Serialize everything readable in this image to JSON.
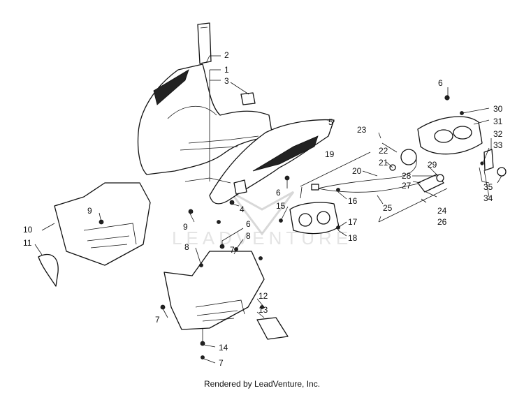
{
  "footer": {
    "credit": "Rendered by LeadVenture, Inc."
  },
  "watermark": {
    "brand": "LEADVENTURE"
  },
  "callouts": {
    "c1": "1",
    "c2": "2",
    "c3": "3",
    "c4": "4",
    "c5": "5",
    "c6a": "6",
    "c6b": "6",
    "c6c": "6",
    "c7a": "7",
    "c7b": "7",
    "c7c": "7",
    "c8a": "8",
    "c8b": "8",
    "c9a": "9",
    "c9b": "9",
    "c10": "10",
    "c11": "11",
    "c12": "12",
    "c13": "13",
    "c14": "14",
    "c15": "15",
    "c16": "16",
    "c17": "17",
    "c18": "18",
    "c19": "19",
    "c20": "20",
    "c21": "21",
    "c22": "22",
    "c23": "23",
    "c24": "24",
    "c25": "25",
    "c26": "26",
    "c27": "27",
    "c28": "28",
    "c29": "29",
    "c30": "30",
    "c31": "31",
    "c32": "32",
    "c33": "33",
    "c34": "34",
    "c35": "35"
  }
}
